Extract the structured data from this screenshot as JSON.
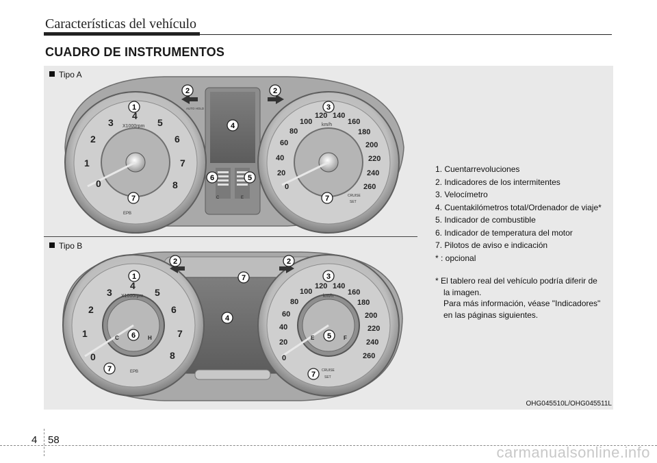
{
  "header": {
    "title": "Características del vehículo"
  },
  "section": {
    "title": "CUADRO DE INSTRUMENTOS"
  },
  "figure": {
    "type_a_label": "Tipo A",
    "type_b_label": "Tipo B",
    "image_code": "OHG045510L/OHG045511L",
    "tacho_unit": "X1000rpm",
    "speed_unit": "km/h",
    "tacho_numbers": [
      "0",
      "1",
      "2",
      "3",
      "4",
      "5",
      "6",
      "7",
      "8"
    ],
    "speed_numbers": [
      "0",
      "20",
      "40",
      "60",
      "80",
      "100",
      "120",
      "140",
      "160",
      "180",
      "200",
      "220",
      "240",
      "260"
    ],
    "epb": "EPB",
    "cruise": "CRUISE",
    "set": "SET",
    "auto_hold": "AUTO HOLD",
    "gauge_c": "C",
    "gauge_h": "H",
    "gauge_e": "E",
    "gauge_f": "F",
    "callouts": [
      "1",
      "2",
      "3",
      "4",
      "5",
      "6",
      "7"
    ]
  },
  "legend": {
    "items": [
      "1. Cuentarrevoluciones",
      "2. Indicadores de los intermitentes",
      "3. Velocímetro",
      "4. Cuentakilómetros total/Ordenador de viaje*",
      "5. Indicador de combustible",
      "6. Indicador de temperatura del motor",
      "7. Pilotos de aviso e indicación",
      "* : opcional"
    ],
    "note_line1": "* El tablero real del vehículo podría diferir de",
    "note_line2": "la imagen.",
    "note_line3": "Para más información, véase \"Indicadores\"",
    "note_line4": "en las páginas siguientes."
  },
  "footer": {
    "chapter": "4",
    "page": "58",
    "watermark": "carmanualsonline.info"
  }
}
